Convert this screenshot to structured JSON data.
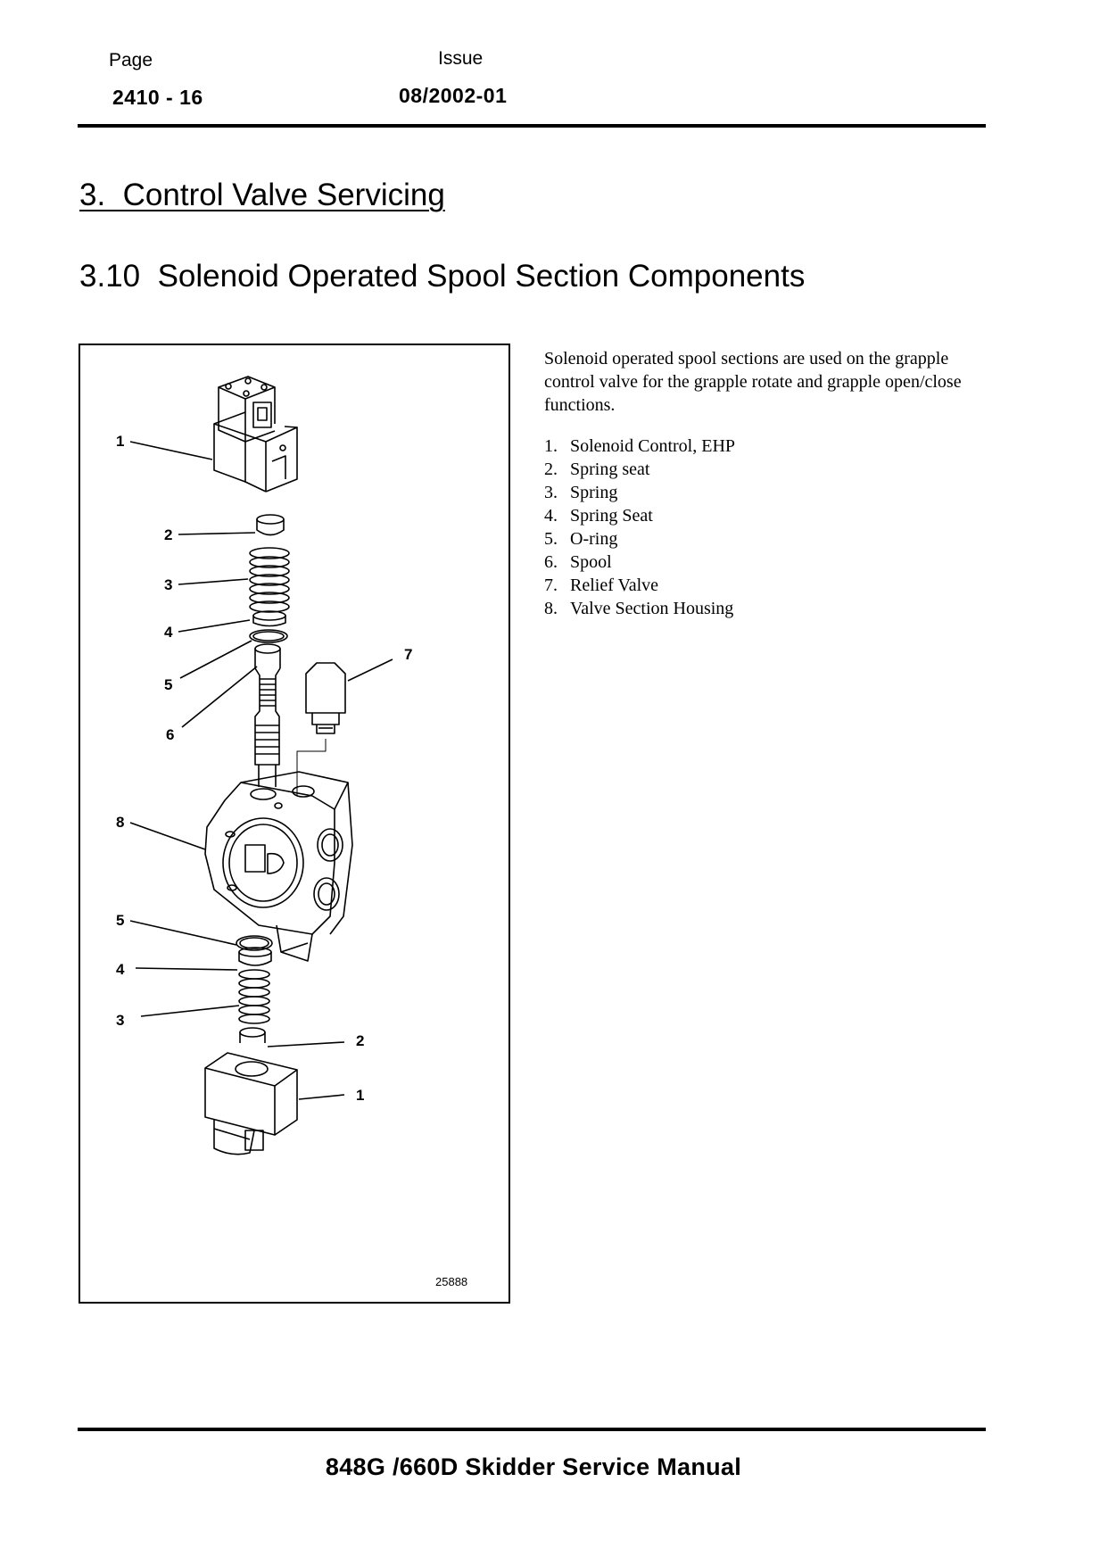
{
  "header": {
    "page_label": "Page",
    "page_value": "2410 - 16",
    "issue_label": "Issue",
    "issue_value": "08/2002-01"
  },
  "section": {
    "title": "3.  Control Valve Servicing",
    "subsection_title": "3.10  Solenoid Operated Spool Section Components"
  },
  "figure": {
    "callouts": [
      {
        "id": "c1-top",
        "text": "1"
      },
      {
        "id": "c2-top",
        "text": "2"
      },
      {
        "id": "c3-top",
        "text": "3"
      },
      {
        "id": "c4-top",
        "text": "4"
      },
      {
        "id": "c5-top",
        "text": "5"
      },
      {
        "id": "c6",
        "text": "6"
      },
      {
        "id": "c7",
        "text": "7"
      },
      {
        "id": "c8",
        "text": "8"
      },
      {
        "id": "c5-bot",
        "text": "5"
      },
      {
        "id": "c4-bot",
        "text": "4"
      },
      {
        "id": "c3-bot",
        "text": "3"
      },
      {
        "id": "c2-bot",
        "text": "2"
      },
      {
        "id": "c1-bot",
        "text": "1"
      }
    ],
    "figure_number": "25888"
  },
  "content": {
    "intro": "Solenoid operated spool sections are used on the grapple control valve for the grapple rotate and grapple open/close functions.",
    "parts": [
      {
        "num": "1.",
        "label": "Solenoid Control, EHP"
      },
      {
        "num": "2.",
        "label": "Spring seat"
      },
      {
        "num": "3.",
        "label": "Spring"
      },
      {
        "num": "4.",
        "label": "Spring Seat"
      },
      {
        "num": "5.",
        "label": "O-ring"
      },
      {
        "num": "6.",
        "label": "Spool"
      },
      {
        "num": "7.",
        "label": "Relief Valve"
      },
      {
        "num": "8.",
        "label": "Valve Section Housing"
      }
    ]
  },
  "footer": {
    "title": "848G /660D Skidder Service Manual"
  }
}
